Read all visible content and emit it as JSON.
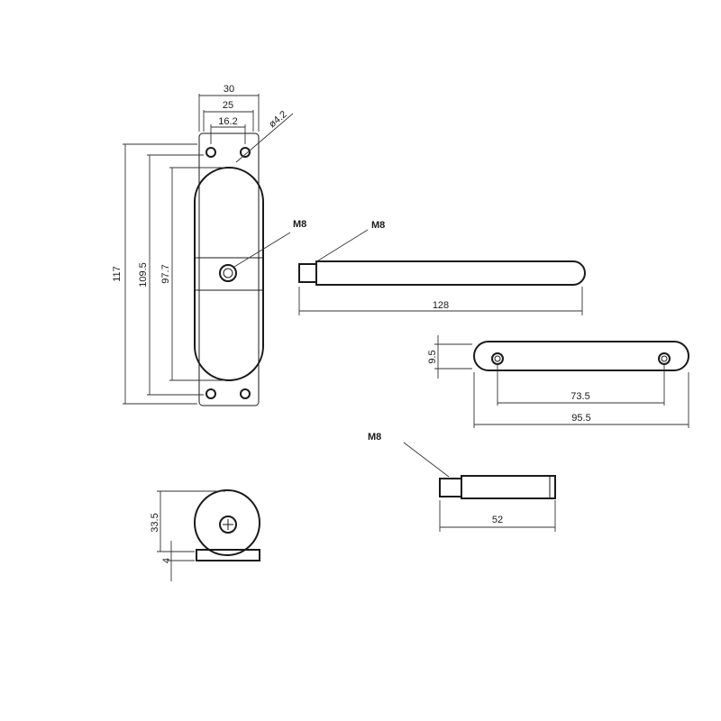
{
  "dimensions": {
    "plate_width_outer": "30",
    "plate_width_inner": "25",
    "hole_spacing": "16.2",
    "hole_diameter": "ø4.2",
    "total_height": "117",
    "height_109": "109.5",
    "height_97": "97.7",
    "thread_center": "M8",
    "thread_rod": "M8",
    "rod_length": "128",
    "arm_height": "9.5",
    "arm_hole_spacing": "73.5",
    "arm_length": "95.5",
    "thread_short": "M8",
    "short_rod_length": "52",
    "side_height": "33.5",
    "side_base": "4"
  }
}
